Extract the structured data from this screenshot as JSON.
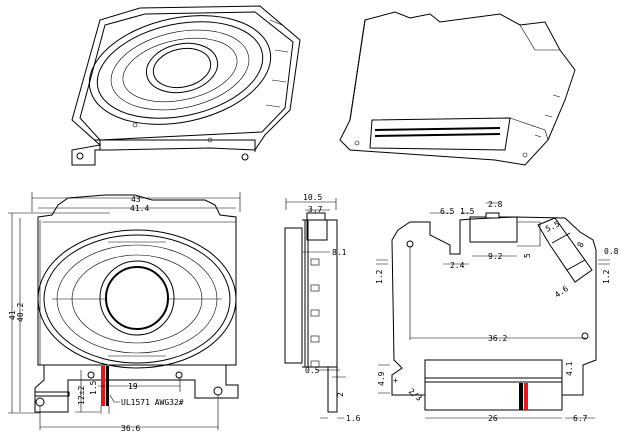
{
  "drawing": {
    "front_view": {
      "width_outer": "43",
      "width_inner": "41.4",
      "height_outer": "41",
      "height_inner": "40.2",
      "lead_length": "12±2",
      "lead_strip": "1.5",
      "hole_spacing_top": "19",
      "wire_label": "UL1571 AWG32#",
      "hole_spacing_bottom": "36.6"
    },
    "side_view": {
      "depth": "10.5",
      "tab_width": "3.7",
      "step": "8.1",
      "offset": "0.5",
      "lead_gap": "2",
      "lead_thickness": "1.6"
    },
    "back_view": {
      "dim_6_5": "6.5",
      "dim_1_5": "1.5",
      "dim_2_8": "2.8",
      "dim_9_2": "9.2",
      "dim_2_4": "2.4",
      "dim_5": "5",
      "dim_5_5": "5.5",
      "dim_8": "8",
      "dim_0_8": "0.8",
      "dim_1_2_left": "1.2",
      "dim_1_2_right": "1.2",
      "dim_4_6": "4.6",
      "hole_spacing": "36.2",
      "dim_4_9": "4.9",
      "dim_4_1": "4.1",
      "dim_26": "26",
      "dim_6_7": "6.7",
      "hole_note": "2/3",
      "plus_mark": "+"
    },
    "wire_colors": {
      "red": "#e8141b",
      "black": "#000000"
    }
  }
}
